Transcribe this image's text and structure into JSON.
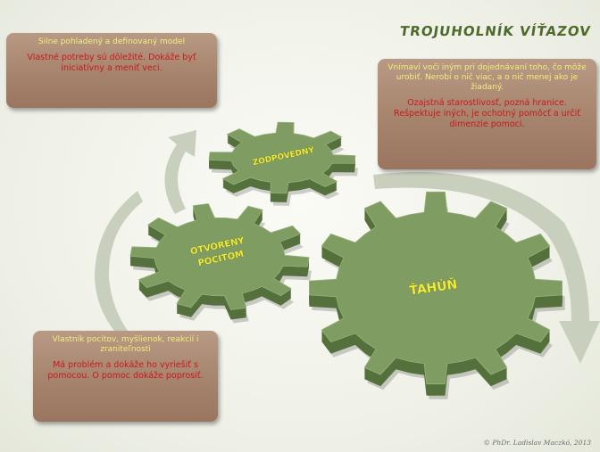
{
  "title": "TROJUHOLNÍK VÍŤAZOV",
  "gears": {
    "top": "ZODPOVEDNÝ",
    "left_line1": "OTVORENÝ",
    "left_line2": "POCITOM",
    "big": "ŤAHÚŇ"
  },
  "box_top_left": {
    "yellow": "Silne pohladený a definovaný model",
    "red": "Vlastné potreby sú dôležité. Dokáže byť iniciatívny a meniť veci."
  },
  "box_right": {
    "yellow": "Vnímaví voči iným pri dojednávaní toho, čo môže urobiť. Nerobí o nič viac, a o nič menej ako je žiadaný.",
    "red": "Ozajstná starostlivosť, pozná hranice. Rešpektuje iných, je ochotný pomôcť a určiť dimenzie pomoci."
  },
  "box_bottom_left": {
    "yellow": "Vlastník pocitov, myšlienok, reakcií i zraniteľnosti",
    "red": "Má problém a dokáže ho vyriešiť s pomocou. O pomoc dokáže poprosiť."
  },
  "copyright": "© PhDr. Ladislav Maczkó, 2013",
  "colors": {
    "gear_face": "#7f9c62",
    "gear_side": "#55703c",
    "box_fill": "#a6836d",
    "text_yellow": "#f3ee7a",
    "text_red": "#c8191c",
    "title": "#4e6a2a",
    "arrow": "#c9cfbd"
  }
}
